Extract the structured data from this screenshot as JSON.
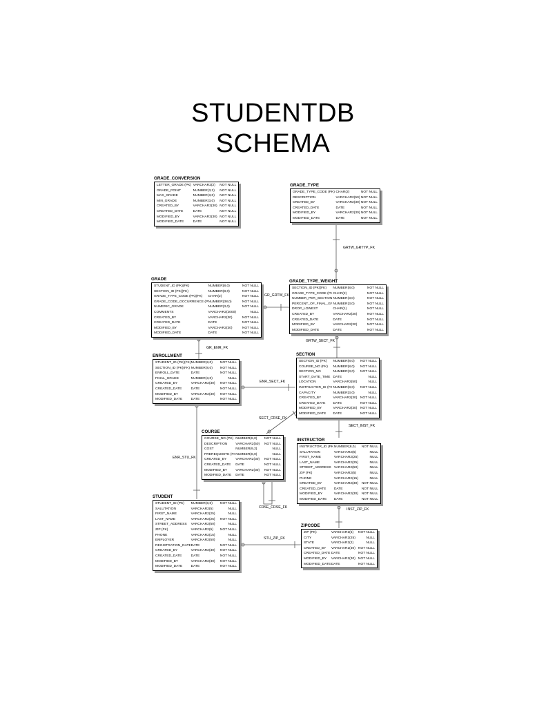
{
  "page": {
    "title_line1": "STUDENTDB",
    "title_line2": "SCHEMA"
  },
  "entities": {
    "grade_conversion": {
      "name": "GRADE_CONVERSION",
      "rows": [
        [
          "LETTER_GRADE (PK)",
          "VARCHAR2(2)",
          "NOT NULL"
        ],
        [
          "GRADE_POINT",
          "NUMBER(3,2)",
          "NOT NULL"
        ],
        [
          "MAX_GRADE",
          "NUMBER(3,0)",
          "NOT NULL"
        ],
        [
          "MIN_GRADE",
          "NUMBER(3,0)",
          "NOT NULL"
        ],
        [
          "CREATED_BY",
          "VARCHAR2(30)",
          "NOT NULL"
        ],
        [
          "CREATED_DATE",
          "DATE",
          "NOT NULL"
        ],
        [
          "MODIFIED_BY",
          "VARCHAR2(30)",
          "NOT NULL"
        ],
        [
          "MODIFIED_DATE",
          "DATE",
          "NOT NULL"
        ]
      ]
    },
    "grade_type": {
      "name": "GRADE_TYPE",
      "rows": [
        [
          "GRADE_TYPE_CODE (PK)",
          "CHAR(2)",
          "NOT NULL"
        ],
        [
          "DESCRIPTION",
          "VARCHAR2(50)",
          "NOT NULL"
        ],
        [
          "CREATED_BY",
          "VARCHAR2(30)",
          "NOT NULL"
        ],
        [
          "CREATED_DATE",
          "DATE",
          "NOT NULL"
        ],
        [
          "MODIFIED_BY",
          "VARCHAR2(30)",
          "NOT NULL"
        ],
        [
          "MODIFIED_DATE",
          "DATE",
          "NOT NULL"
        ]
      ]
    },
    "grade": {
      "name": "GRADE",
      "rows": [
        [
          "STUDENT_ID (PK)(FK)",
          "NUMBER(8,0)",
          "NOT NULL"
        ],
        [
          "SECTION_ID (PK)(FK)",
          "NUMBER(8,0)",
          "NOT NULL"
        ],
        [
          "GRADE_TYPE_CODE (PK)(FK)",
          "CHAR(2)",
          "NOT NULL"
        ],
        [
          "GRADE_CODE_OCCURRENCE (PK)",
          "NUMBER(38,0)",
          "NOT NULL"
        ],
        [
          "NUMERIC_GRADE",
          "NUMBER(3,0)",
          "NOT NULL"
        ],
        [
          "COMMENTS",
          "VARCHAR2(2000)",
          "NULL"
        ],
        [
          "CREATED_BY",
          "VARCHAR2(30)",
          "NOT NULL"
        ],
        [
          "CREATED_DATE",
          "DATE",
          "NOT NULL"
        ],
        [
          "MODIFIED_BY",
          "VARCHAR2(30)",
          "NOT NULL"
        ],
        [
          "MODIFIED_DATE",
          "DATE",
          "NOT NULL"
        ]
      ]
    },
    "grade_type_weight": {
      "name": "GRADE_TYPE_WEIGHT",
      "rows": [
        [
          "SECTION_ID (PK)(FK)",
          "NUMBER(8,0)",
          "NOT NULL"
        ],
        [
          "GRADE_TYPE_CODE (PK)(FK)",
          "CHAR(2)",
          "NOT NULL"
        ],
        [
          "NUMBER_PER_SECTION",
          "NUMBER(3,0)",
          "NOT NULL"
        ],
        [
          "PERCENT_OF_FINAL_GRADE",
          "NUMBER(3,0)",
          "NOT NULL"
        ],
        [
          "DROP_LOWEST",
          "CHAR(1)",
          "NOT NULL"
        ],
        [
          "CREATED_BY",
          "VARCHAR2(30)",
          "NOT NULL"
        ],
        [
          "CREATED_DATE",
          "DATE",
          "NOT NULL"
        ],
        [
          "MODIFIED_BY",
          "VARCHAR2(30)",
          "NOT NULL"
        ],
        [
          "MODIFIED_DATE",
          "DATE",
          "NOT NULL"
        ]
      ]
    },
    "enrollment": {
      "name": "ENROLLMENT",
      "rows": [
        [
          "STUDENT_ID (PK)(FK)",
          "NUMBER(8,0)",
          "NOT NULL"
        ],
        [
          "SECTION_ID (PK)(FK)",
          "NUMBER(8,0)",
          "NOT NULL"
        ],
        [
          "ENROLL_DATE",
          "DATE",
          "NOT NULL"
        ],
        [
          "FINAL_GRADE",
          "NUMBER(3,0)",
          "NULL"
        ],
        [
          "CREATED_BY",
          "VARCHAR2(30)",
          "NOT NULL"
        ],
        [
          "CREATED_DATE",
          "DATE",
          "NOT NULL"
        ],
        [
          "MODIFIED_BY",
          "VARCHAR2(30)",
          "NOT NULL"
        ],
        [
          "MODIFIED_DATE",
          "DATE",
          "NOT NULL"
        ]
      ]
    },
    "section": {
      "name": "SECTION",
      "rows": [
        [
          "SECTION_ID (PK)",
          "NUMBER(8,0)",
          "NOT NULL"
        ],
        [
          "COURSE_NO (FK)",
          "NUMBER(8,0)",
          "NOT NULL"
        ],
        [
          "SECTION_NO",
          "NUMBER(3,0)",
          "NOT NULL"
        ],
        [
          "START_DATE_TIME",
          "DATE",
          "NULL"
        ],
        [
          "LOCATION",
          "VARCHAR2(50)",
          "NULL"
        ],
        [
          "INSTRUCTOR_ID (FK)",
          "NUMBER(8,0)",
          "NOT NULL"
        ],
        [
          "CAPACITY",
          "NUMBER(3,0)",
          "NULL"
        ],
        [
          "CREATED_BY",
          "VARCHAR2(30)",
          "NOT NULL"
        ],
        [
          "CREATED_DATE",
          "DATE",
          "NOT NULL"
        ],
        [
          "MODIFIED_BY",
          "VARCHAR2(30)",
          "NOT NULL"
        ],
        [
          "MODIFIED_DATE",
          "DATE",
          "NOT NULL"
        ]
      ]
    },
    "course": {
      "name": "COURSE",
      "rows": [
        [
          "COURSE_NO (PK)",
          "NUMBER(8,0)",
          "NOT NULL"
        ],
        [
          "DESCRIPTION",
          "VARCHAR2(50)",
          "NOT NULL"
        ],
        [
          "COST",
          "NUMBER(9,2)",
          "NULL"
        ],
        [
          "PREREQUISITE (FK)",
          "NUMBER(8,0)",
          "NULL"
        ],
        [
          "CREATED_BY",
          "VARCHAR2(30)",
          "NOT NULL"
        ],
        [
          "CREATED_DATE",
          "DATE",
          "NOT NULL"
        ],
        [
          "MODIFIED_BY",
          "VARCHAR2(30)",
          "NOT NULL"
        ],
        [
          "MODIFIED_DATE",
          "DATE",
          "NOT NULL"
        ]
      ]
    },
    "instructor": {
      "name": "INSTRUCTOR",
      "rows": [
        [
          "INSTRUCTOR_ID (PK)",
          "NUMBER(8,0)",
          "NOT NULL"
        ],
        [
          "SALUTATION",
          "VARCHAR2(5)",
          "NULL"
        ],
        [
          "FIRST_NAME",
          "VARCHAR2(25)",
          "NULL"
        ],
        [
          "LAST_NAME",
          "VARCHAR2(25)",
          "NULL"
        ],
        [
          "STREET_ADDRESS",
          "VARCHAR2(50)",
          "NULL"
        ],
        [
          "ZIP (FK)",
          "VARCHAR2(5)",
          "NULL"
        ],
        [
          "PHONE",
          "VARCHAR2(15)",
          "NULL"
        ],
        [
          "CREATED_BY",
          "VARCHAR2(30)",
          "NOT NULL"
        ],
        [
          "CREATED_DATE",
          "DATE",
          "NOT NULL"
        ],
        [
          "MODIFIED_BY",
          "VARCHAR2(30)",
          "NOT NULL"
        ],
        [
          "MODIFIED_DATE",
          "DATE",
          "NOT NULL"
        ]
      ]
    },
    "student": {
      "name": "STUDENT",
      "rows": [
        [
          "STUDENT_ID (PK)",
          "NUMBER(8,0)",
          "NOT NULL"
        ],
        [
          "SALUTATION",
          "VARCHAR2(5)",
          "NULL"
        ],
        [
          "FIRST_NAME",
          "VARCHAR2(25)",
          "NULL"
        ],
        [
          "LAST_NAME",
          "VARCHAR2(25)",
          "NOT NULL"
        ],
        [
          "STREET_ADDRESS",
          "VARCHAR2(50)",
          "NULL"
        ],
        [
          "ZIP (FK)",
          "VARCHAR2(5)",
          "NOT NULL"
        ],
        [
          "PHONE",
          "VARCHAR2(15)",
          "NULL"
        ],
        [
          "EMPLOYER",
          "VARCHAR2(50)",
          "NULL"
        ],
        [
          "REGISTRATION_DATE",
          "DATE",
          "NOT NULL"
        ],
        [
          "CREATED_BY",
          "VARCHAR2(30)",
          "NOT NULL"
        ],
        [
          "CREATED_DATE",
          "DATE",
          "NOT NULL"
        ],
        [
          "MODIFIED_BY",
          "VARCHAR2(30)",
          "NOT NULL"
        ],
        [
          "MODIFIED_DATE",
          "DATE",
          "NOT NULL"
        ]
      ]
    },
    "zipcode": {
      "name": "ZIPCODE",
      "rows": [
        [
          "ZIP (PK)",
          "VARCHAR2(5)",
          "NOT NULL"
        ],
        [
          "CITY",
          "VARCHAR2(25)",
          "NULL"
        ],
        [
          "STATE",
          "VARCHAR2(2)",
          "NULL"
        ],
        [
          "CREATED_BY",
          "VARCHAR2(30)",
          "NOT NULL"
        ],
        [
          "CREATED_DATE",
          "DATE",
          "NOT NULL"
        ],
        [
          "MODIFIED_BY",
          "VARCHAR2(30)",
          "NOT NULL"
        ],
        [
          "MODIFIED_DATE",
          "DATE",
          "NOT NULL"
        ]
      ]
    }
  },
  "relationships": {
    "grtw_grtyp_fk": "GRTW_GRTYP_FK",
    "gr_grtw_fk": "GR_GRTW_FK",
    "gr_enr_fk": "GR_ENR_FK",
    "grtw_sect_fk": "GRTW_SECT_FK",
    "enr_sect_fk": "ENR_SECT_FK",
    "sect_crse_fk": "SECT_CRSE_FK",
    "sect_inst_fk": "SECT_INST_FK",
    "enr_stu_fk": "ENR_STU_FK",
    "crse_crse_fk": "CRSE_CRSE_FK",
    "inst_zip_fk": "INST_ZIP_FK",
    "stu_zip_fk": "STU_ZIP_FK"
  }
}
